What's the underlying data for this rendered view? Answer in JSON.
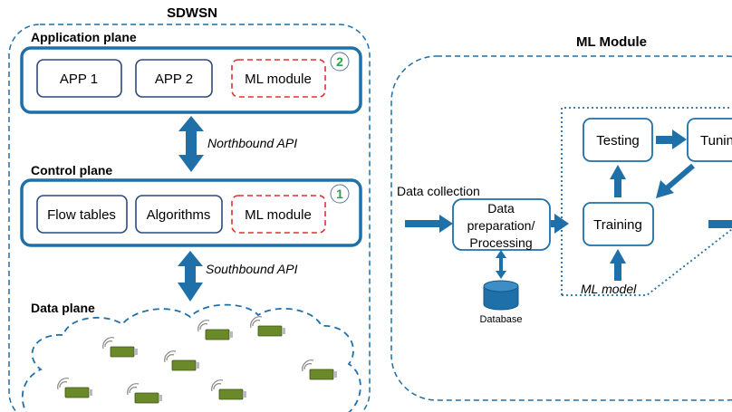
{
  "colors": {
    "accent": "#1f6fa8",
    "box_border": "#2e4a7d",
    "ml_dashed": "#e03030",
    "badge_green": "#2ca24a",
    "sensor_green": "#6a8a2a"
  },
  "left": {
    "title": "SDWSN",
    "application_plane": {
      "label": "Application plane",
      "badge": "2",
      "boxes": [
        "APP 1",
        "APP 2",
        "ML module"
      ]
    },
    "northbound": "Northbound API",
    "control_plane": {
      "label": "Control plane",
      "badge": "1",
      "boxes": [
        "Flow tables",
        "Algorithms",
        "ML module"
      ]
    },
    "southbound": "Southbound API",
    "data_plane": {
      "label": "Data plane",
      "sensor_icon": "wireless-sensor-node-icon"
    }
  },
  "right": {
    "title": "ML Module",
    "data_collection": "Data collection",
    "prep_lines": [
      "Data",
      "preparation/",
      "Processing"
    ],
    "database": "Database",
    "testing": "Testing",
    "tuning": "Tunin",
    "training": "Training",
    "ml_model": "ML model"
  }
}
